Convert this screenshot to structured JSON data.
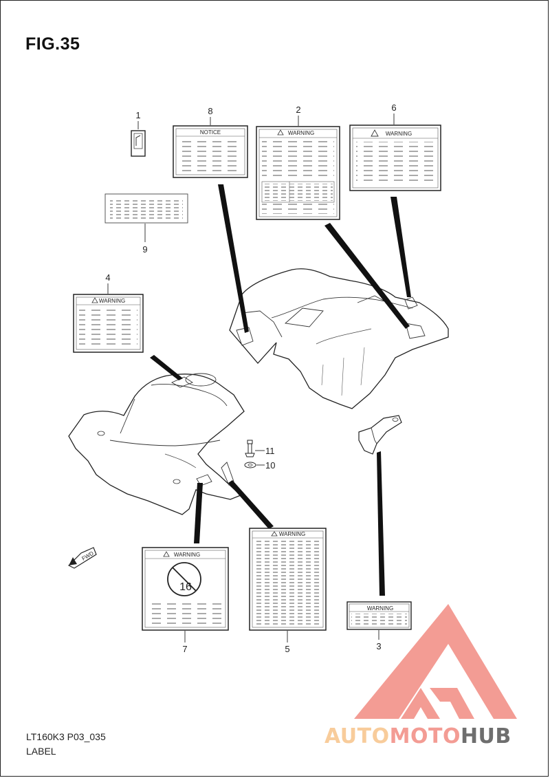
{
  "figure": {
    "title": "FIG.35",
    "model_code": "LT160K3 P03_035",
    "section": "LABEL"
  },
  "callouts": [
    {
      "id": "1",
      "text": "1"
    },
    {
      "id": "2",
      "text": "2"
    },
    {
      "id": "3",
      "text": "3"
    },
    {
      "id": "4",
      "text": "4"
    },
    {
      "id": "5",
      "text": "5"
    },
    {
      "id": "6",
      "text": "6"
    },
    {
      "id": "7",
      "text": "7"
    },
    {
      "id": "8",
      "text": "8"
    },
    {
      "id": "9",
      "text": "9"
    },
    {
      "id": "10",
      "text": "10"
    },
    {
      "id": "11",
      "text": "11"
    }
  ],
  "labels": {
    "notice": "NOTICE",
    "warning": "WARNING",
    "age_badge": "16",
    "fwd": "FWD"
  },
  "watermark": {
    "part1": "AUTO",
    "part2": "MOTO",
    "part3": "HUB",
    "color_auto": "#f7c48a",
    "color_moto": "#f28b82",
    "color_hub": "#555555"
  }
}
